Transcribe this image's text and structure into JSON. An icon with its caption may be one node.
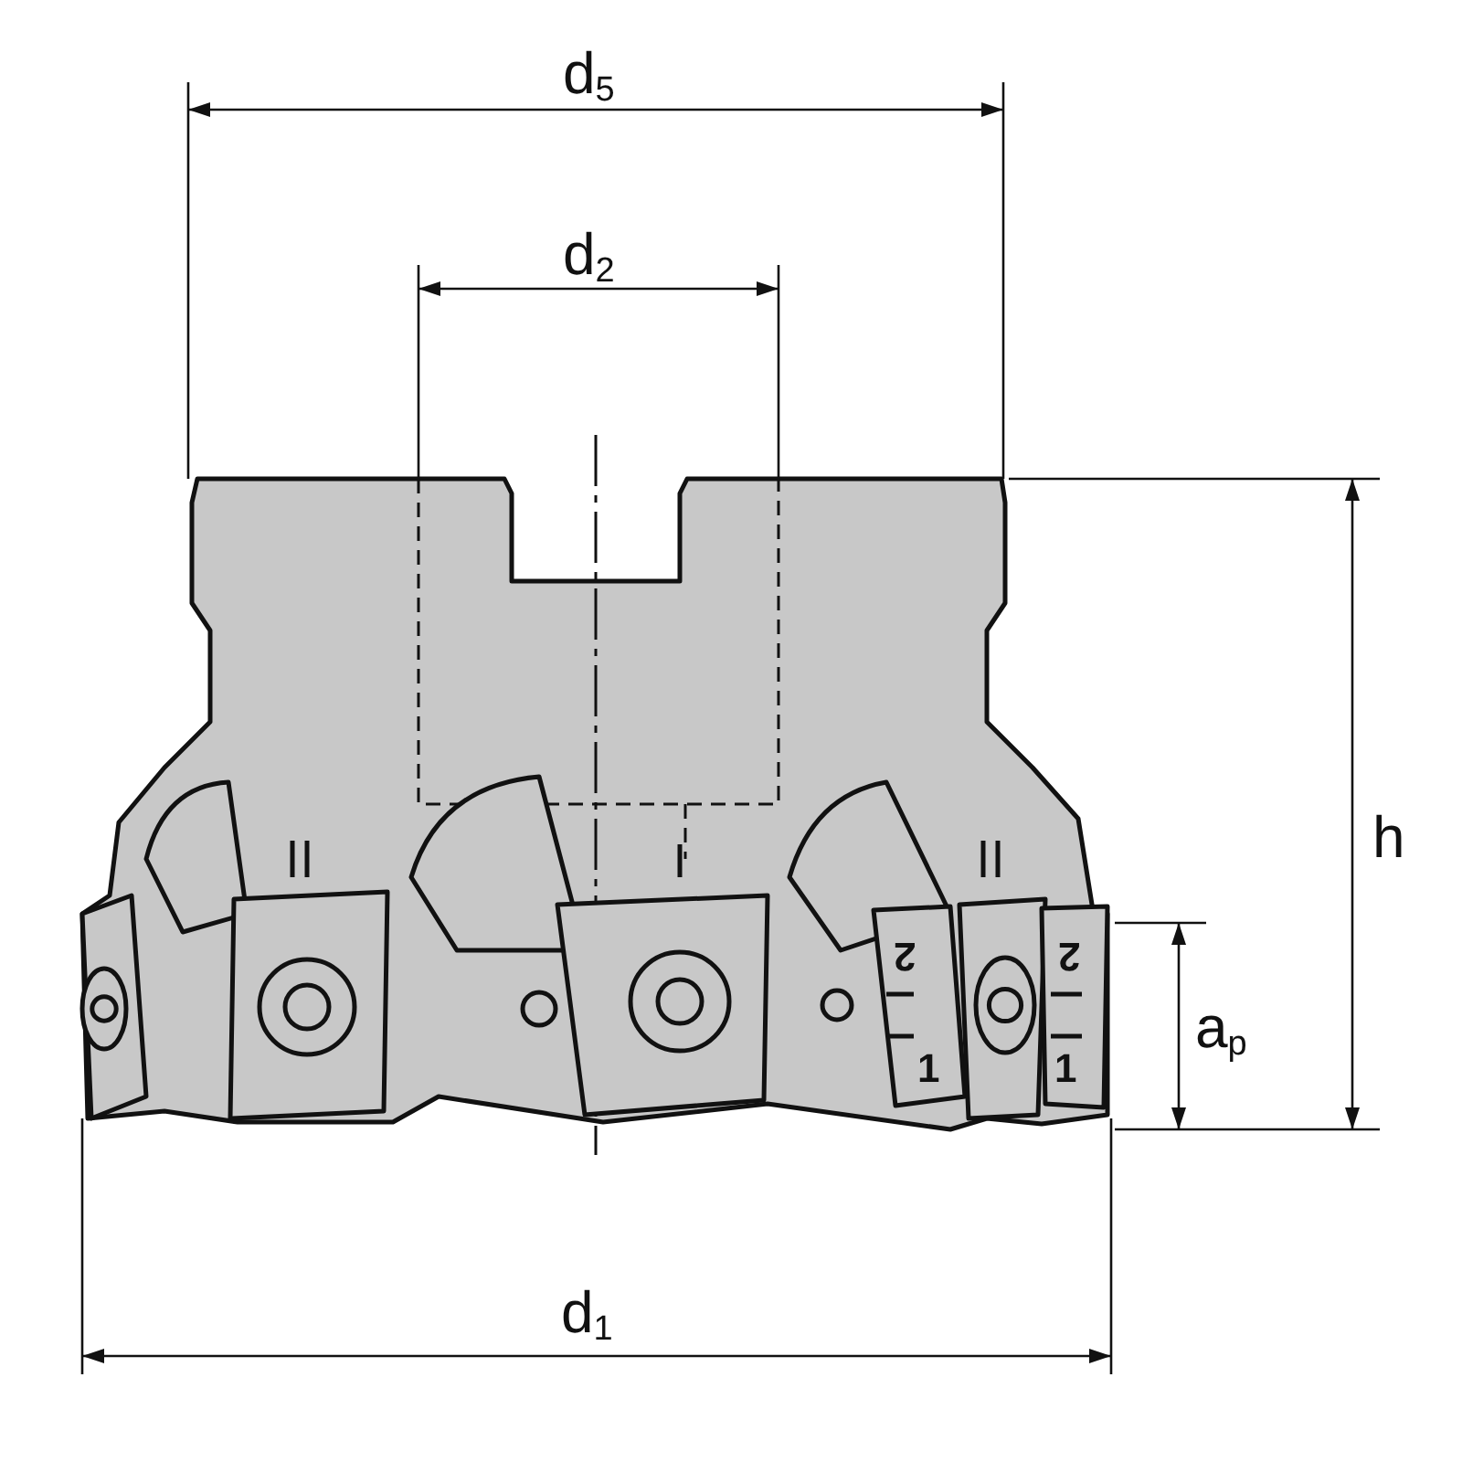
{
  "diagram": {
    "labels": [
      "d$_{5}$",
      "d$_{2}$",
      "h",
      "2",
      "2",
      "a$_{p}$",
      "1",
      "1",
      "d$_{1}$"
    ]
  }
}
